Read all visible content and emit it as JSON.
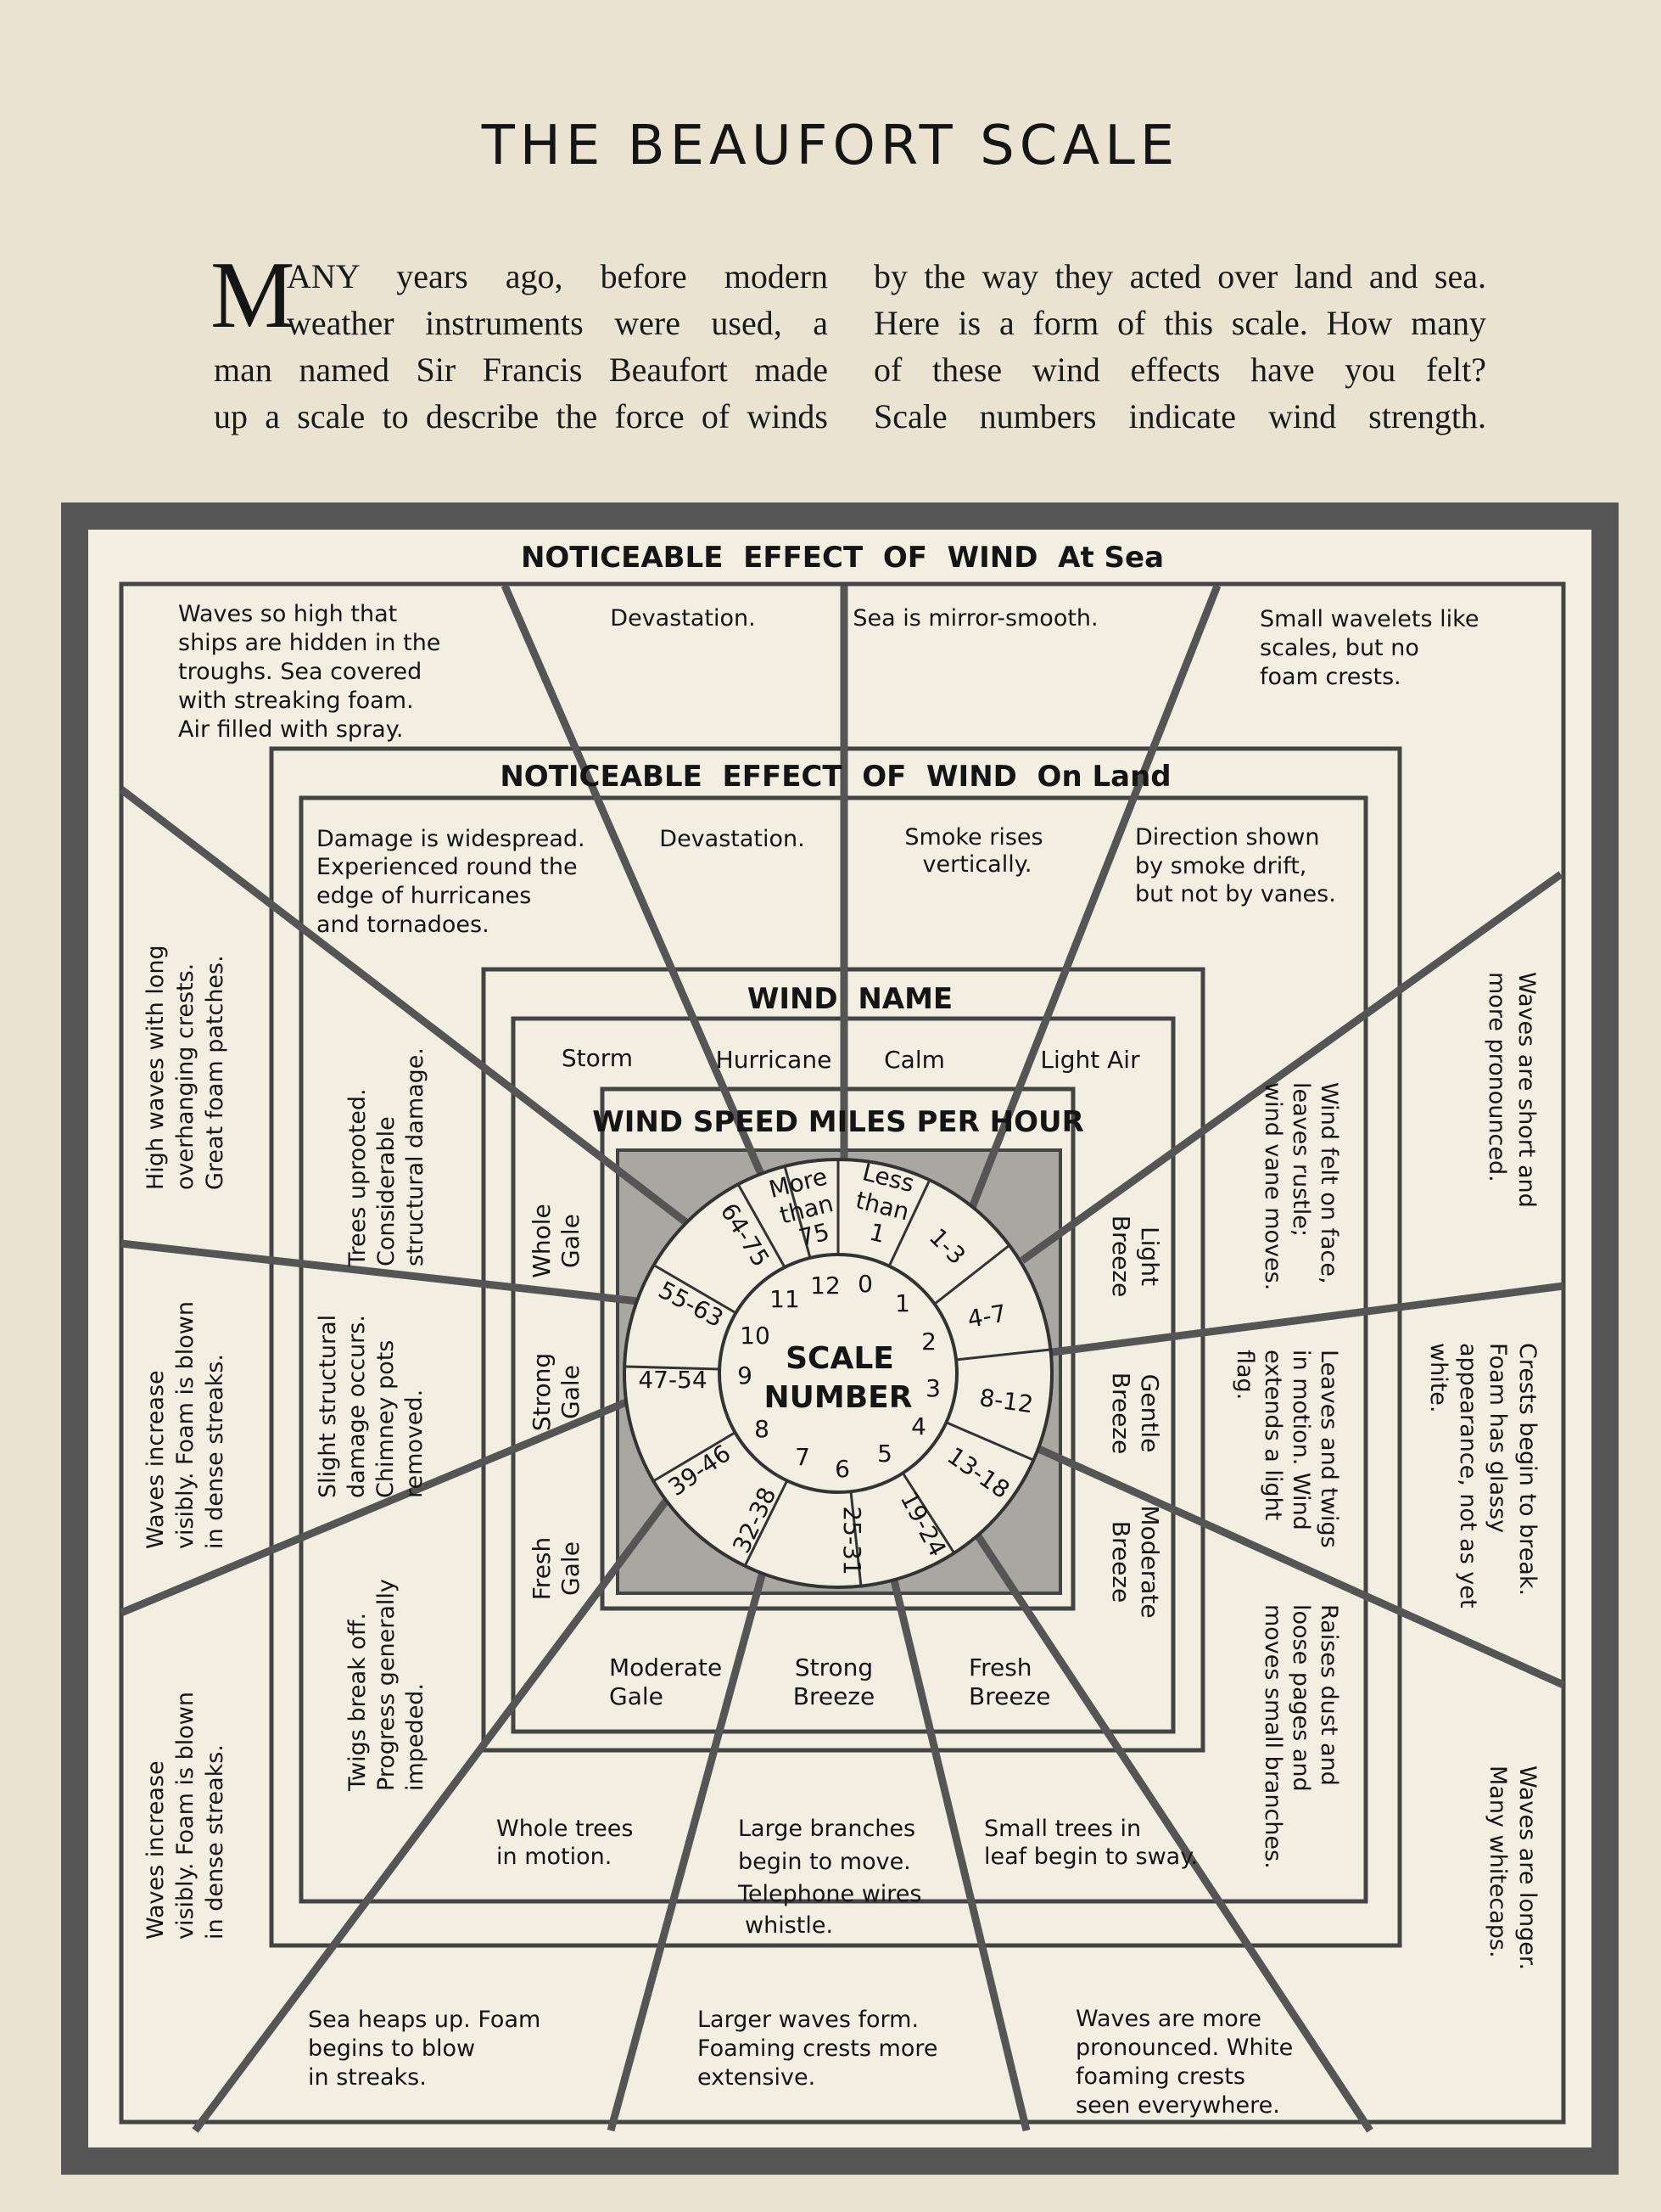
{
  "title": "THE BEAUFORT SCALE",
  "intro": {
    "dropcap": "M",
    "left_lines": [
      "ANY years ago, before modern",
      "weather instruments were used, a",
      "man named Sir Francis Beaufort made",
      "up a scale to describe the force of winds"
    ],
    "right_lines": [
      "by the way they acted over land and sea.",
      "Here is a form of this scale. How many",
      "of these wind effects have you felt?",
      "Scale numbers indicate wind strength."
    ]
  },
  "headers": {
    "sea": "NOTICEABLE  EFFECT  OF  WIND  At Sea",
    "land": "NOTICEABLE  EFFECT  OF  WIND  On Land",
    "name": "WIND  NAME",
    "speed": "WIND SPEED MILES PER HOUR"
  },
  "center": [
    "SCALE",
    "NUMBER"
  ],
  "scale_numbers": [
    "0",
    "1",
    "2",
    "3",
    "4",
    "5",
    "6",
    "7",
    "8",
    "9",
    "10",
    "11",
    "12"
  ],
  "speeds": {
    "s0": [
      "Less",
      "than",
      "1"
    ],
    "s1": "1-3",
    "s2": "4-7",
    "s3": "8-12",
    "s4": "13-18",
    "s5": "19-24",
    "s6": "25-31",
    "s7": "32-38",
    "s8": "39-46",
    "s9": "47-54",
    "s10": "55-63",
    "s11": "64-75",
    "s12": [
      "More",
      "than",
      "75"
    ]
  },
  "wind_names": {
    "calm": "Calm",
    "light_air": "Light Air",
    "light_breeze": [
      "Light",
      "Breeze"
    ],
    "gentle_breeze": [
      "Gentle",
      "Breeze"
    ],
    "moderate_breeze": [
      "Moderate",
      "Breeze"
    ],
    "fresh_breeze": [
      "Fresh",
      "Breeze"
    ],
    "strong_breeze": [
      "Strong",
      "Breeze"
    ],
    "moderate_gale": [
      "Moderate",
      "Gale"
    ],
    "fresh_gale": [
      "Fresh",
      "Gale"
    ],
    "strong_gale": [
      "Strong",
      "Gale"
    ],
    "whole_gale": [
      "Whole",
      "Gale"
    ],
    "storm": "Storm",
    "hurricane": "Hurricane"
  },
  "land": {
    "l0": [
      "Smoke rises",
      "vertically."
    ],
    "l1": [
      "Direction shown",
      "by smoke drift,",
      "but not by vanes."
    ],
    "l2": [
      "Wind felt on face,",
      "leaves rustle;",
      "wind vane moves."
    ],
    "l3": [
      "Leaves and twigs",
      "in motion. Wind",
      "extends a light",
      "flag."
    ],
    "l4": [
      "Raises dust and",
      "loose pages and",
      "moves small branches."
    ],
    "l5": [
      "Small trees in",
      "leaf begin to sway."
    ],
    "l6": [
      "Large branches",
      "begin to move.",
      "Telephone wires",
      "whistle."
    ],
    "l7": [
      "Whole trees",
      "in motion."
    ],
    "l8": [
      "Twigs break off.",
      "Progress generally",
      "impeded."
    ],
    "l9": [
      "Slight structural",
      "damage occurs.",
      "Chimney pots",
      "removed."
    ],
    "l10": [
      "Trees uprooted.",
      "Considerable",
      "structural damage."
    ],
    "l11": [
      "Damage is widespread.",
      "Experienced round the",
      "edge of hurricanes",
      "and tornadoes."
    ],
    "l12": [
      "Devastation."
    ]
  },
  "sea": {
    "s0": [
      "Sea is mirror-smooth."
    ],
    "s1": [
      "Small wavelets like",
      "scales, but no",
      "foam crests."
    ],
    "s2": [
      "Waves are short and",
      "more pronounced."
    ],
    "s3": [
      "Crests begin to break.",
      "Foam has glassy",
      "appearance, not as yet",
      "white."
    ],
    "s4": [
      "Waves are longer.",
      "Many whitecaps."
    ],
    "s5": [
      "Waves are more",
      "pronounced. White",
      "foaming crests",
      "seen everywhere."
    ],
    "s6": [
      "Larger waves form.",
      "Foaming crests more",
      "extensive."
    ],
    "s7": [
      "Sea heaps up. Foam",
      "begins to blow",
      "in streaks."
    ],
    "s8": [
      "Waves increase",
      "visibly. Foam is blown",
      "in dense streaks."
    ],
    "s9": [
      "Waves increase",
      "visibly. Foam is blown",
      "in dense streaks."
    ],
    "s10": [
      "High waves with long",
      "overhanging crests.",
      "Great foam patches."
    ],
    "s11": [
      "Waves so high that",
      "ships are hidden in the",
      "troughs. Sea covered",
      "with streaking foam.",
      "Air filled with spray."
    ],
    "s12": [
      "Devastation."
    ]
  }
}
